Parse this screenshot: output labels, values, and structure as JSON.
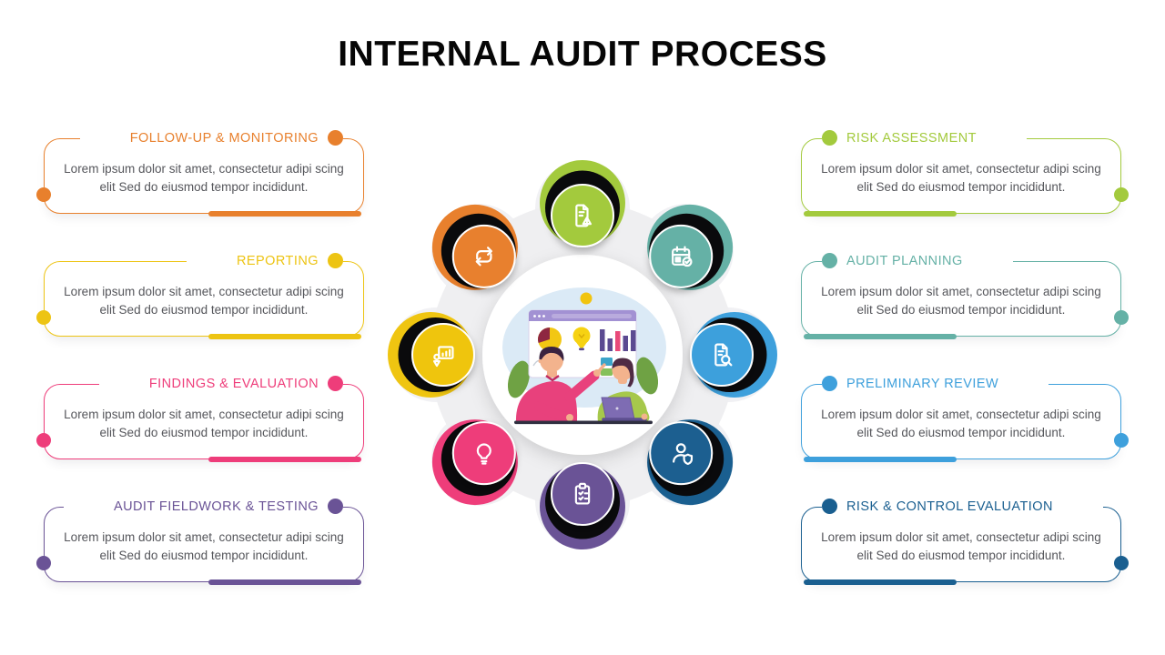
{
  "title": "INTERNAL AUDIT PROCESS",
  "cards": [
    {
      "title": "FOLLOW-UP & MONITORING",
      "color": "#E8802D",
      "side": "left",
      "description": "Lorem ipsum dolor sit amet, consectetur adipi scing elit Sed do eiusmod tempor incididunt."
    },
    {
      "title": "REPORTING",
      "color": "#EDC413",
      "side": "left",
      "description": "Lorem ipsum dolor sit amet, consectetur adipi scing elit Sed do eiusmod tempor incididunt."
    },
    {
      "title": "FINDINGS & EVALUATION",
      "color": "#EE3D7A",
      "side": "left",
      "description": "Lorem ipsum dolor sit amet, consectetur adipi scing elit Sed do eiusmod tempor incididunt."
    },
    {
      "title": "AUDIT FIELDWORK & TESTING",
      "color": "#6A5396",
      "side": "left",
      "description": "Lorem ipsum dolor sit amet, consectetur adipi scing elit Sed do eiusmod tempor incididunt."
    },
    {
      "title": "RISK ASSESSMENT",
      "color": "#A3CA3D",
      "side": "right",
      "description": "Lorem ipsum dolor sit amet, consectetur adipi scing elit Sed do eiusmod tempor incididunt."
    },
    {
      "title": "AUDIT PLANNING",
      "color": "#65B1A6",
      "side": "right",
      "description": "Lorem ipsum dolor sit amet, consectetur adipi scing elit Sed do eiusmod tempor incididunt."
    },
    {
      "title": "PRELIMINARY REVIEW",
      "color": "#3EA0DC",
      "side": "right",
      "description": "Lorem ipsum dolor sit amet, consectetur adipi scing elit Sed do eiusmod tempor incididunt."
    },
    {
      "title": "RISK & CONTROL EVALUATION",
      "color": "#1A5F90",
      "side": "right",
      "description": "Lorem ipsum dolor sit amet, consectetur adipi scing elit Sed do eiusmod tempor incididunt."
    }
  ],
  "diagram": {
    "ring_color": "#EFEFF1",
    "arc_color": "#0A0A0C",
    "nodes": [
      {
        "name": "risk-assessment",
        "icon": "document-warning-icon",
        "color": "#A3CA3D",
        "angle": -90
      },
      {
        "name": "audit-planning",
        "icon": "calendar-check-icon",
        "color": "#65B1A6",
        "angle": -45
      },
      {
        "name": "preliminary-review",
        "icon": "document-search-icon",
        "color": "#3EA0DC",
        "angle": 0
      },
      {
        "name": "risk-control-evaluation",
        "icon": "user-shield-icon",
        "color": "#1A5F90",
        "angle": 45
      },
      {
        "name": "audit-fieldwork-testing",
        "icon": "clipboard-check-icon",
        "color": "#6A5396",
        "angle": 90
      },
      {
        "name": "findings-evaluation",
        "icon": "lightbulb-icon",
        "color": "#EE3D7A",
        "angle": 135
      },
      {
        "name": "reporting",
        "icon": "presentation-icon",
        "color": "#EFC511",
        "angle": 180
      },
      {
        "name": "follow-up-monitoring",
        "icon": "repeat-icon",
        "color": "#E8802D",
        "angle": -135
      }
    ]
  }
}
